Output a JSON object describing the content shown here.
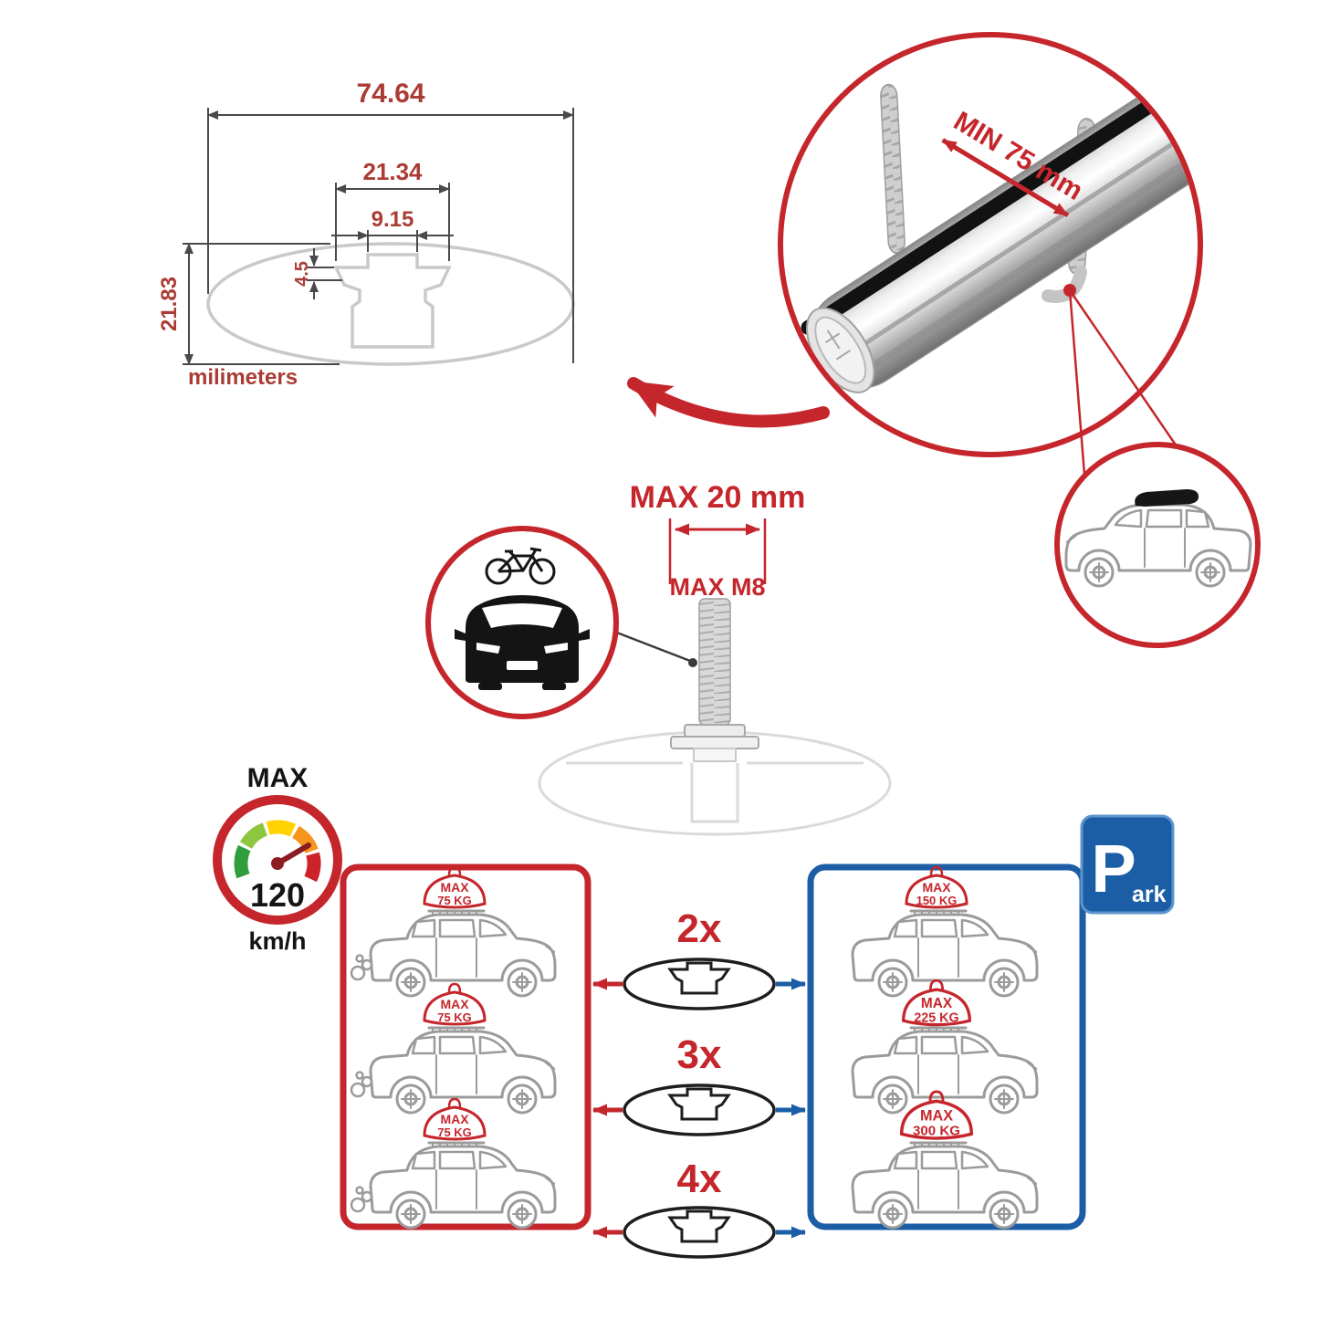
{
  "tech_drawing": {
    "width_total": "74.64",
    "slot_width": "21.34",
    "opening_width": "9.15",
    "lip_height": "4.5",
    "height_total": "21.83",
    "units_label": "milimeters"
  },
  "bar_detail": {
    "min_label": "MIN 75 mm"
  },
  "bolt_detail": {
    "max_width_label": "MAX 20 mm",
    "max_thread_label": "MAX M8"
  },
  "speed": {
    "max_label": "MAX",
    "value": "120",
    "unit": "km/h",
    "gauge_colors": [
      "#2f9e3b",
      "#8dc63f",
      "#ffd200",
      "#f7941d",
      "#cc2229"
    ]
  },
  "park_sign": {
    "letter": "P",
    "suffix": "ark"
  },
  "load_panel": {
    "multipliers": [
      "2x",
      "3x",
      "4x"
    ],
    "left_cars": [
      {
        "max": "MAX",
        "weight": "75 KG"
      },
      {
        "max": "MAX",
        "weight": "75 KG"
      },
      {
        "max": "MAX",
        "weight": "75 KG"
      }
    ],
    "right_cars": [
      {
        "max": "MAX",
        "weight": "150 KG"
      },
      {
        "max": "MAX",
        "weight": "225 KG"
      },
      {
        "max": "MAX",
        "weight": "300 KG"
      }
    ]
  },
  "colors": {
    "red": "#c5262c",
    "blue": "#1b5ea6",
    "dim_text": "#ab3c35",
    "outline_gray": "#9b9b9b",
    "dark": "#1a1a1a"
  }
}
